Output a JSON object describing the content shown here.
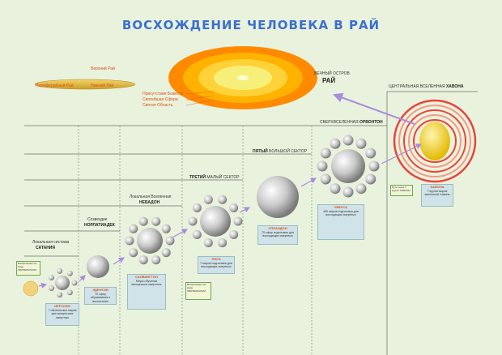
{
  "title": "ВОСХОЖДЕНИЕ ЧЕЛОВЕКА В РАЙ",
  "paradise": {
    "upper_paradise": "Верхний Рай",
    "peripheral_paradise": "Периферийный Рай",
    "lower_paradise": "Нижний Рай",
    "deity_presence": "Присутствие Божеств",
    "holiest_sphere": "Святейшая Сфера",
    "holy_area": "Святая Область",
    "eternal_isle_caption": "ВЕЧНЫЙ ОСТРОВ",
    "eternal_isle_name": "РАЙ"
  },
  "central_universe": {
    "caption": "ЦЕНТРАЛЬНАЯ ВСЕЛЕННАЯ",
    "name": "ХАВОНА",
    "box_title": "ХАВОНА",
    "box_text": "7 кругов миров вселенной Хавона",
    "note": "Путь через 7 кругов ХАВОНЫ"
  },
  "levels": [
    {
      "caption": "Локальная система",
      "name": "САТАНИЯ",
      "box_title": "ИЕРУСЕМ",
      "box_text": "7 обительских миров для воскресших смертных",
      "note": "Воскрешение на мире ОБИТЕЛЬСКОМ"
    },
    {
      "caption": "Созвездие",
      "name": "НОРЛАТИАДЕК",
      "box_title": "ЭДЕНТИЯ",
      "box_text": "70 сфер образования и воспитания смертных"
    },
    {
      "caption": "Локальная Вселенная",
      "name": "НЕБАДОН",
      "box_title": "САЛВИНГТОН",
      "box_text": "Миры обучения воскресших смертных",
      "note": "Воскрешение на мире ОБИТЕЛЬСКОМ"
    },
    {
      "caption": "ТРЕТИЙ",
      "name": "МАЛЫЙ СЕКТОР",
      "box_title": "ЭНСА",
      "box_text": "7 миров подготовки для восходящих смертных"
    },
    {
      "caption": "ПЯТЫЙ",
      "name": "БОЛЬШОЙ СЕКТОР",
      "box_title": "СПЛАНДОН",
      "box_text": "70 сфер подготовки для восходящих смертных"
    },
    {
      "caption": "СВЕРХВСЕЛЕННАЯ",
      "name": "ОРВОНТОН",
      "box_title": "УВЕРСА",
      "box_text": "490 миров подготовки для восходящих смертных"
    }
  ],
  "colors": {
    "background": "#e9f2dc",
    "title": "#3b6fd0",
    "arrow": "#a98be0",
    "paradise_outer": "#ff8a00",
    "paradise_core": "#f6f07a",
    "havona_ring": "#e8443c",
    "box": "#cfe3e8",
    "note_border": "#6aa84f"
  }
}
